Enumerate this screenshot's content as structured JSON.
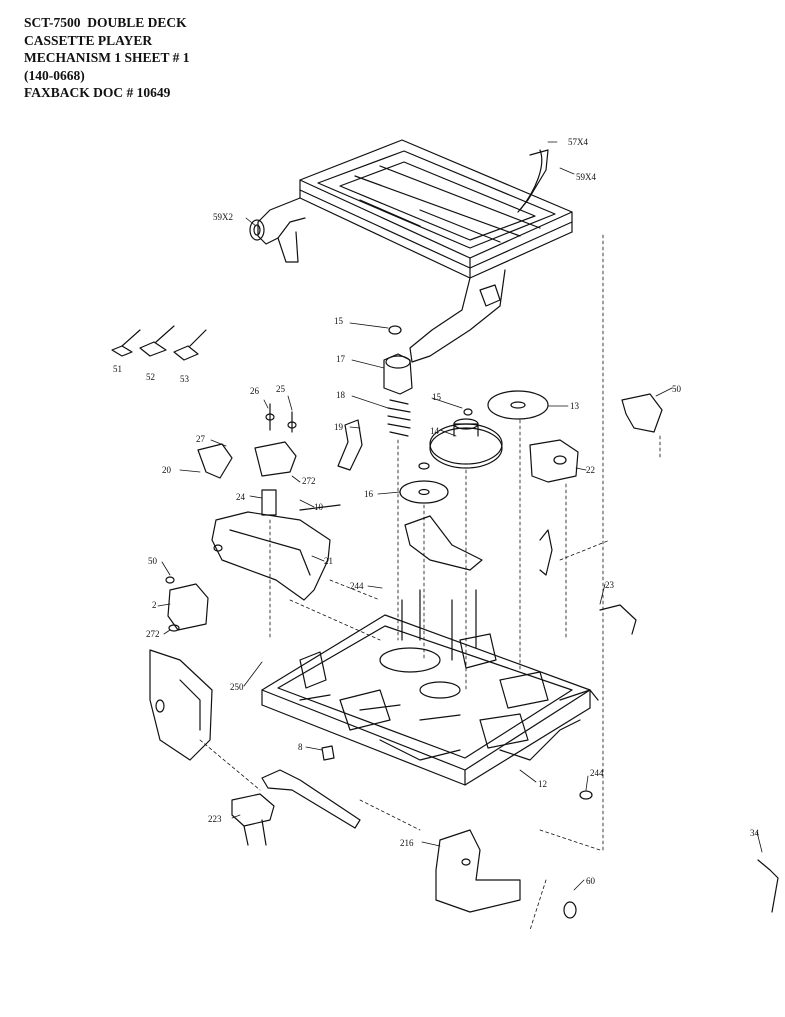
{
  "header": {
    "line1": "SCT-7500  DOUBLE DECK",
    "line2": "CASSETTE PLAYER",
    "line3": "MECHANISM 1 SHEET # 1",
    "line4": "(140-0668)",
    "line5": "FAXBACK DOC # 10649"
  },
  "labels": {
    "p57x4": "57X4",
    "p59x4": "59X4",
    "p59x2": "59X2",
    "p51": "51",
    "p52": "52",
    "p53": "53",
    "p15a": "15",
    "p15b": "15",
    "p17": "17",
    "p18": "18",
    "p19": "19",
    "p16": "16",
    "p14": "14",
    "p13": "13",
    "p22": "22",
    "p26": "26",
    "p25": "25",
    "p27": "27",
    "p20": "20",
    "p24": "24",
    "p272a": "272",
    "p10": "10",
    "p21": "21",
    "p244a": "244",
    "p50": "50",
    "p2": "2",
    "p272b": "272",
    "p23": "23",
    "p250": "250",
    "p8": "8",
    "p12": "12",
    "p244b": "244",
    "p223": "223",
    "p216": "216",
    "p60": "60",
    "p34": "34",
    "p50r": "50"
  },
  "colors": {
    "ink": "#111111",
    "paper": "#ffffff"
  }
}
